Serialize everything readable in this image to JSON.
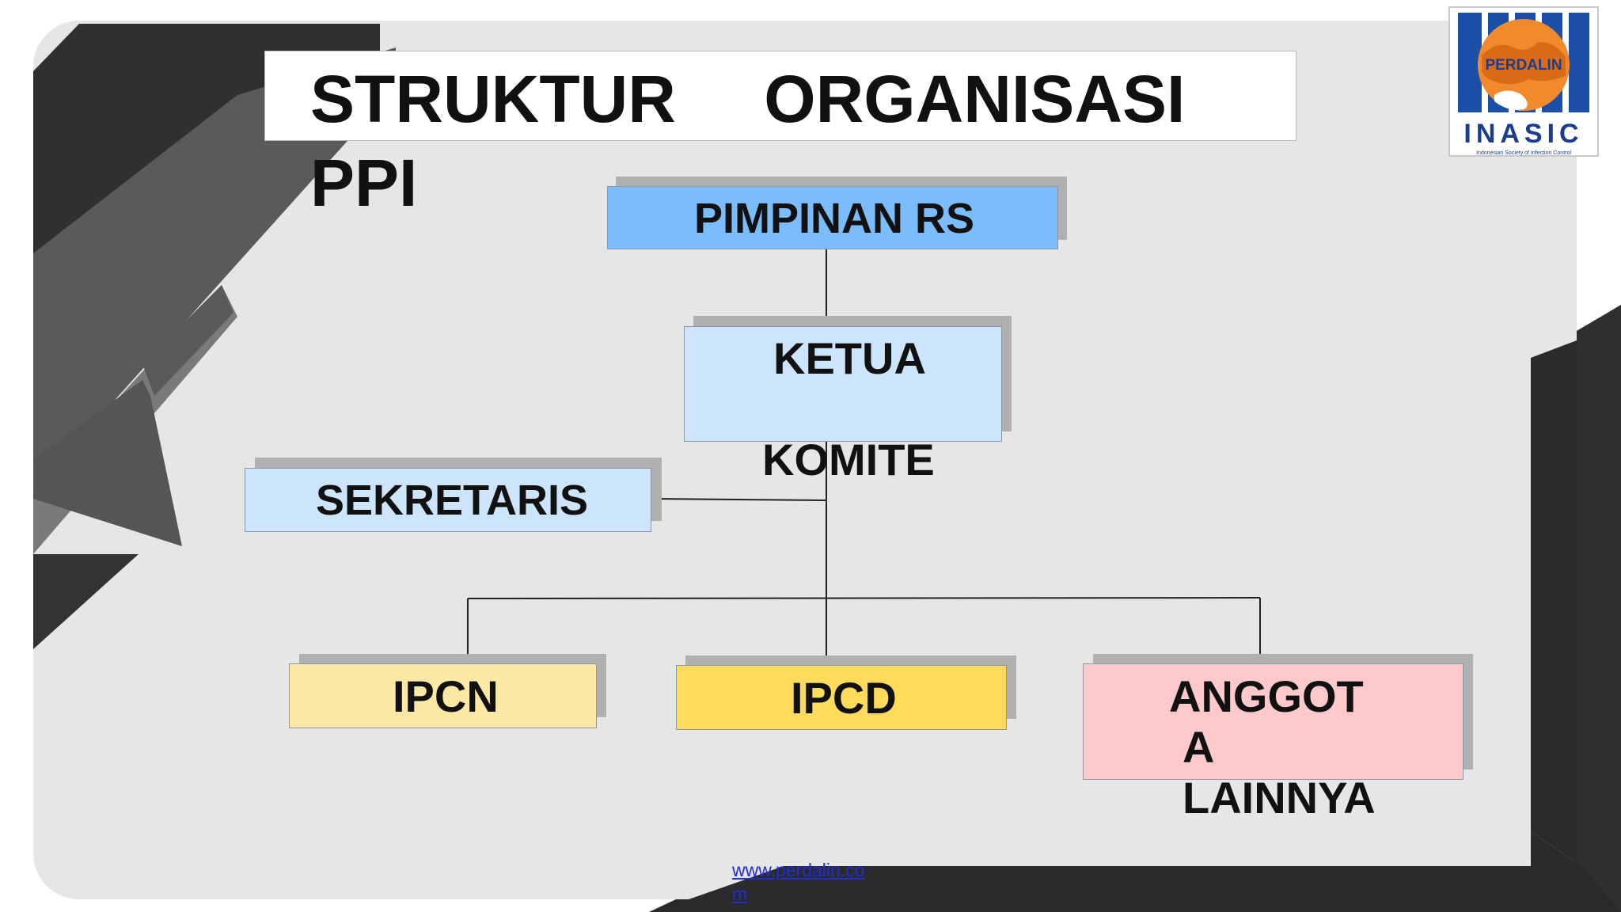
{
  "slide": {
    "title": "STRUKTUR ORGANISASI PPI",
    "footer_link": "www.perdalin.com"
  },
  "logo": {
    "globe_text": "PERDALIN",
    "name": "INASIC",
    "subtitle": "Indonesian Society of Infection Control"
  },
  "org_chart": {
    "pimpinan": "PIMPINAN RS",
    "ketua_line1": "KETUA",
    "ketua_line2": "KOMITE",
    "sekretaris": "SEKRETARIS",
    "ipcn": "IPCN",
    "ipcd": "IPCD",
    "anggota_line1": "ANGGOT",
    "anggota_line2": "A",
    "anggota_line3": "LAINNYA"
  },
  "colors": {
    "pimpinan_fill": "#7bbcfb",
    "ketua_fill": "#cce5fc",
    "sekretaris_fill": "#cce5fc",
    "ipcn_fill": "#fde9a6",
    "ipcd_fill": "#fedb5b",
    "anggota_fill": "#fdc9cb",
    "slide_bg": "#e6e6e6",
    "shape_dark": "#2e2e2e"
  }
}
